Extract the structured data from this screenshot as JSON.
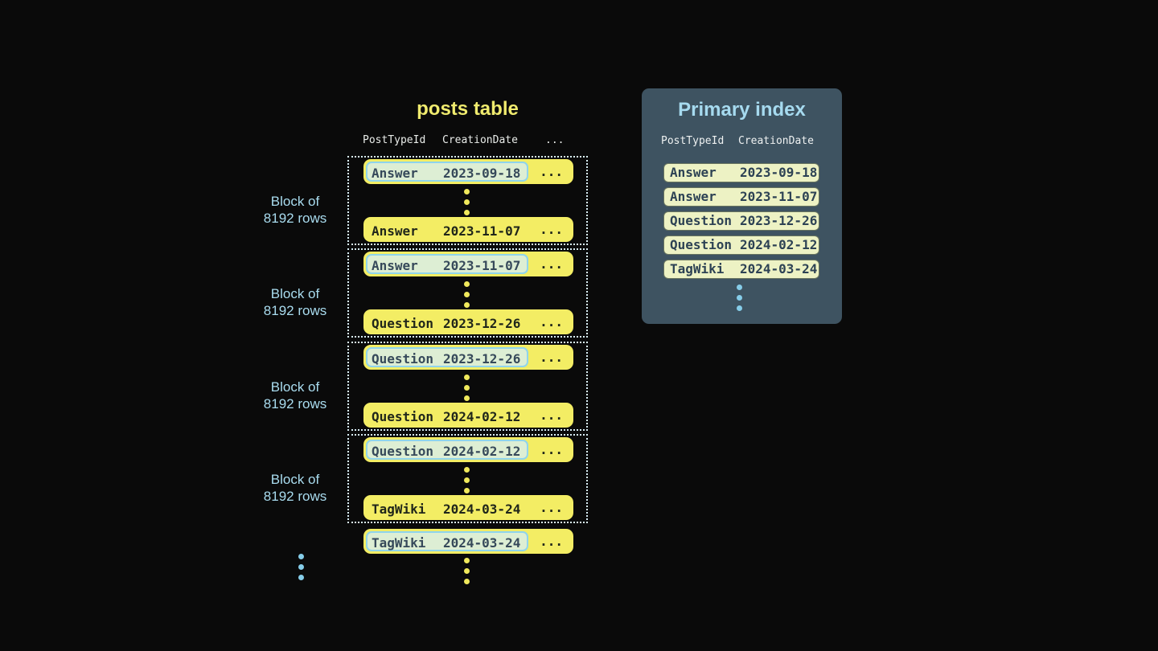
{
  "posts_table": {
    "title": "posts table",
    "columns": [
      "PostTypeId",
      "CreationDate",
      "..."
    ],
    "ellipsis": "...",
    "block_label": [
      "Block of",
      "8192 rows"
    ],
    "blocks": [
      {
        "label": [
          "Block of",
          "8192 rows"
        ],
        "first": {
          "type": "Answer",
          "date": "2023-09-18"
        },
        "last": {
          "type": "Answer",
          "date": "2023-11-07"
        }
      },
      {
        "label": [
          "Block of",
          "8192 rows"
        ],
        "first": {
          "type": "Answer",
          "date": "2023-11-07"
        },
        "last": {
          "type": "Question",
          "date": "2023-12-26"
        }
      },
      {
        "label": [
          "Block of",
          "8192 rows"
        ],
        "first": {
          "type": "Question",
          "date": "2023-12-26"
        },
        "last": {
          "type": "Question",
          "date": "2024-02-12"
        }
      },
      {
        "label": [
          "Block of",
          "8192 rows"
        ],
        "first": {
          "type": "Question",
          "date": "2024-02-12"
        },
        "last": {
          "type": "TagWiki",
          "date": "2024-03-24"
        }
      }
    ],
    "overflow_row": {
      "type": "TagWiki",
      "date": "2024-03-24"
    }
  },
  "primary_index": {
    "title": "Primary index",
    "columns": [
      "PostTypeId",
      "CreationDate"
    ],
    "rows": [
      {
        "type": "Answer",
        "date": "2023-09-18"
      },
      {
        "type": "Answer",
        "date": "2023-11-07"
      },
      {
        "type": "Question",
        "date": "2023-12-26"
      },
      {
        "type": "Question",
        "date": "2024-02-12"
      },
      {
        "type": "TagWiki",
        "date": "2024-03-24"
      }
    ]
  },
  "colors": {
    "background": "#0a0a0a",
    "row_yellow": "#f3ed64",
    "row_text_dark": "#20261a",
    "highlight_fill": "#ddeed4",
    "highlight_border": "#8fd4ec",
    "highlight_text": "#36495a",
    "dotted_border": "#d9eef6",
    "label_blue": "#a9dcef",
    "panel_background": "#3e5361",
    "panel_title_blue": "#a6daef",
    "panel_row_fill": "#edf2c4",
    "panel_row_text": "#2d4254",
    "dot_yellow": "#f0e95c",
    "dot_blue": "#86cde9"
  }
}
